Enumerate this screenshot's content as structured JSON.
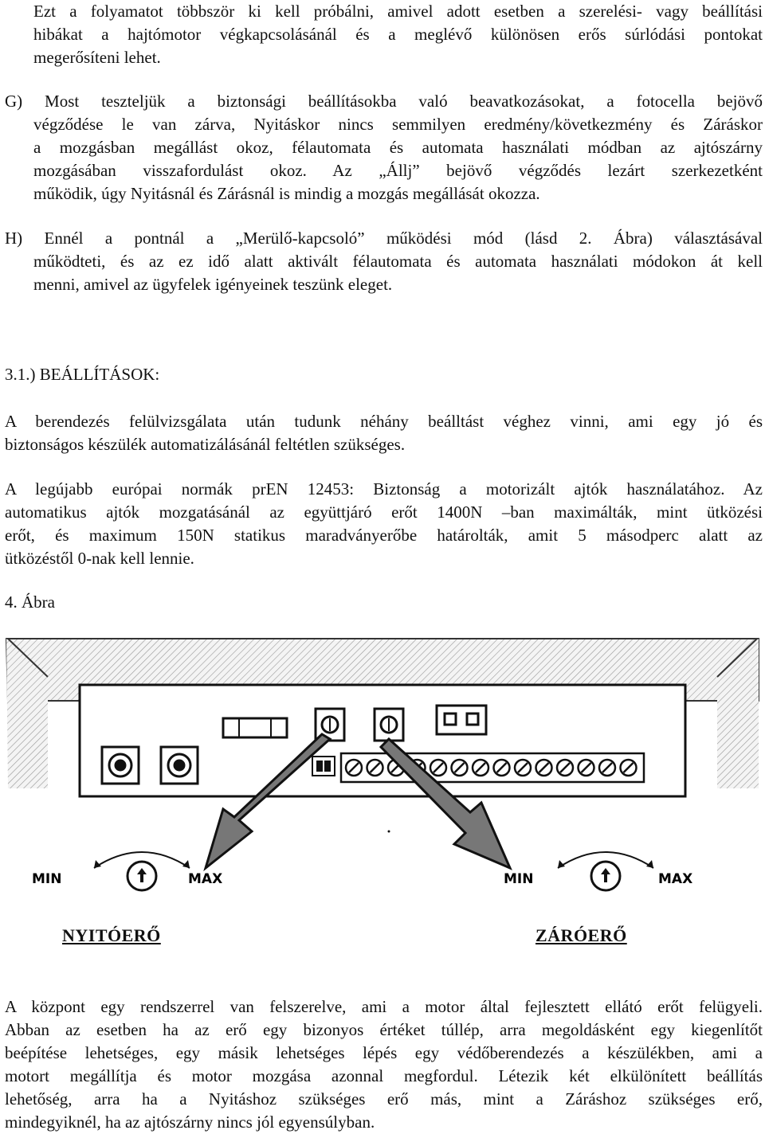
{
  "paragraphs": {
    "intro": [
      "Ezt a folyamatot többször ki kell próbálni, amivel adott esetben a szerelési- vagy beállítási",
      "hibákat a hajtómotor végkapcsolásánál és a meglévő különösen erős súrlódási pontokat",
      "megerősíteni lehet."
    ],
    "g": [
      "G) Most teszteljük a biztonsági beállításokba való beavatkozásokat, a fotocella bejövő",
      "végződése le van zárva, Nyitáskor nincs semmilyen eredmény/következmény és Záráskor",
      "a mozgásban megállást okoz, félautomata és automata használati módban az ajtószárny",
      "mozgásában visszafordulást okoz. Az „Állj” bejövő végződés lezárt szerkezetként",
      "működik, úgy Nyitásnál és Zárásnál is mindig a mozgás megállását okozza."
    ],
    "h": [
      "H) Ennél a pontnál a „Merülő-kapcsoló” működési mód (lásd 2. Ábra) választásával",
      "működteti, és az ez idő alatt aktivált félautomata és automata használati módokon át kell",
      "menni, amivel az ügyfelek igényeinek teszünk eleget."
    ],
    "section_heading": "3.1.) BEÁLLÍTÁSOK:",
    "settings": [
      "A berendezés felülvizsgálata után tudunk néhány beálltást véghez vinni, ami egy jó és",
      "biztonságos készülék automatizálásánál feltétlen szükséges."
    ],
    "norm": [
      "A legújabb európai normák prEN 12453: Biztonság a motorizált ajtók használatához. Az",
      "automatikus ajtók mozgatásánál az együttjáró erőt 1400N –ban maximálták, mint ütközési",
      "erőt, és  maximum 150N statikus maradványerőbe határolták, amit 5 másodperc alatt az",
      "ütközéstől 0-nak kell lennie."
    ],
    "figure_caption": "4. Ábra",
    "closing": [
      "A központ egy rendszerrel van felszerelve, ami a motor által fejlesztett ellátó erőt felügyeli.",
      "Abban az esetben ha az erő egy bizonyos értéket túllép, arra megoldásként egy kiegenlítőt",
      "beépítése lehetséges, egy másik lehetséges lépés egy védőberendezés a készülékben, ami a",
      "motort megállítja és motor mozgása azonnal megfordul. Létezik két elkülönített beállítás",
      "lehetőség, arra ha a Nyitáshoz szükséges erő más, mint a Záráshoz szükséges erő,",
      "mindegyiknél, ha az ajtószárny nincs  jól egyensúlyban."
    ]
  },
  "figure": {
    "dial_left": {
      "min_label": "MIN",
      "max_label": "MAX",
      "name": "NYITÓERŐ"
    },
    "dial_right": {
      "min_label": "MIN",
      "max_label": "MAX",
      "name": "ZÁRÓERŐ"
    }
  }
}
